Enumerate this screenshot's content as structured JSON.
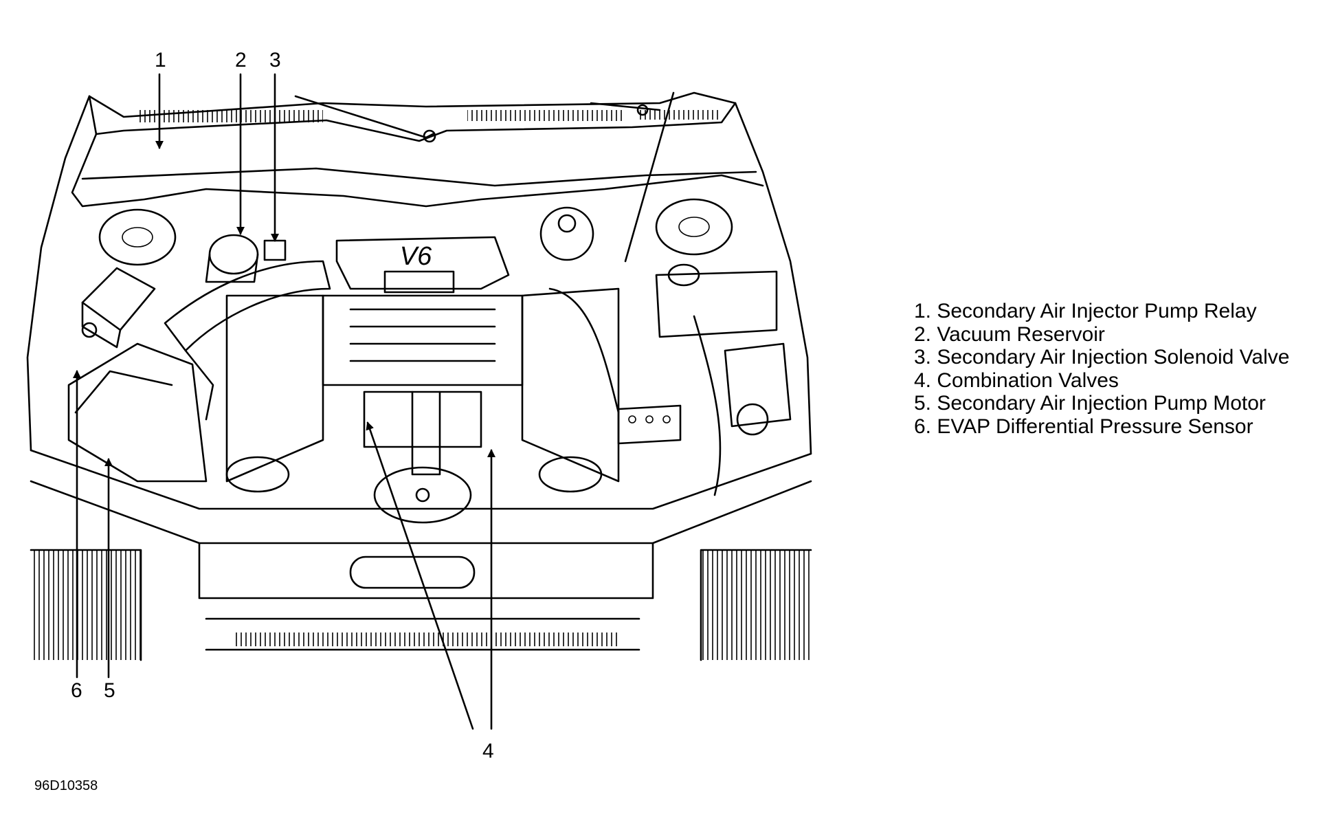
{
  "diagram": {
    "callouts": [
      {
        "id": "1",
        "text": "1"
      },
      {
        "id": "2",
        "text": "2"
      },
      {
        "id": "3",
        "text": "3"
      },
      {
        "id": "4",
        "text": "4"
      },
      {
        "id": "5",
        "text": "5"
      },
      {
        "id": "6",
        "text": "6"
      }
    ],
    "engine_badge": "V6"
  },
  "legend": {
    "items": [
      "1. Secondary Air Injector Pump Relay",
      "2. Vacuum Reservoir",
      "3. Secondary Air Injection Solenoid Valve",
      "4. Combination Valves",
      "5. Secondary Air Injection Pump Motor",
      "6. EVAP Differential Pressure Sensor"
    ]
  },
  "figure_id": "96D10358"
}
